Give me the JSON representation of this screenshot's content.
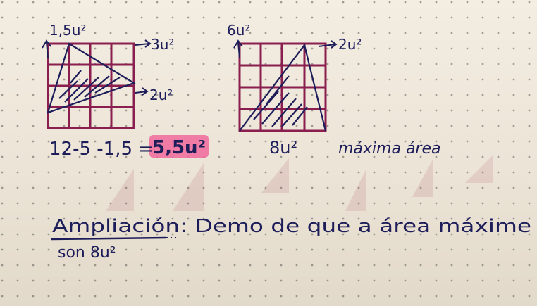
{
  "left_figure": {
    "label_top": "1,5u²",
    "label_right_top": "3u²",
    "label_right_mid": "2u²",
    "equation_prefix": "12-5 -1,5 =",
    "equation_result": "5,5u²"
  },
  "right_figure": {
    "label_top": "6u²",
    "label_right_top": "2u²",
    "label_bottom": "8u²",
    "caption": "máxima área"
  },
  "note": {
    "line1": "Ampliación: Demo de que a área máxime",
    "line2": "son 8u²"
  },
  "colors": {
    "ink": "#1d1d5a",
    "grid": "#8a1f4f",
    "highlight": "#f06a9c",
    "paper": "#efe8dc"
  }
}
